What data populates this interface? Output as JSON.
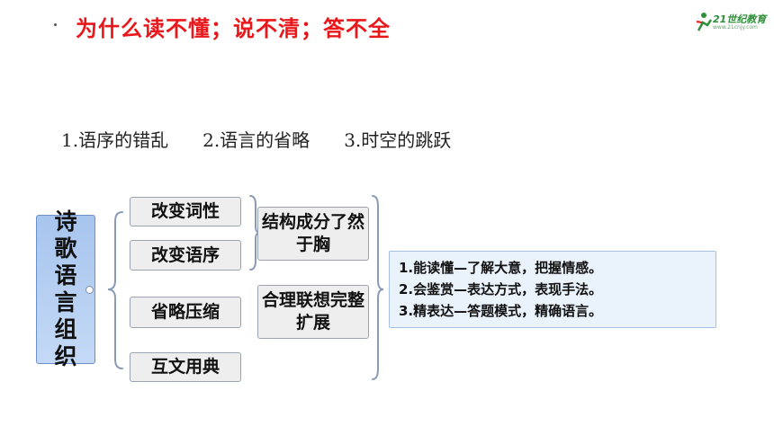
{
  "title": "为什么读不懂；说不清；答不全",
  "logo": {
    "name": "21世纪教育",
    "sub": "www.21cnjy.com"
  },
  "reasons": [
    "1.语序的错乱",
    "2.语言的省略",
    "3.时空的跳跃"
  ],
  "diagram": {
    "root": "诗歌语言组织",
    "branches": [
      "改变词性",
      "改变语序",
      "省略压缩",
      "互文用典"
    ],
    "methods": [
      "结构成分了然于胸",
      "合理联想完整扩展"
    ],
    "outcomes": [
      "1.能读懂—了解大意，把握情感。",
      "2.会鉴赏—表达方式，表现手法。",
      "3.精表达—答题模式，精确语言。"
    ]
  },
  "colors": {
    "title": "#e8171b",
    "root_fill": "#b4cff2",
    "outcome_fill": "#eaf2fc",
    "box_fill": "#eeeeee",
    "connector": "#8a9bb5"
  }
}
